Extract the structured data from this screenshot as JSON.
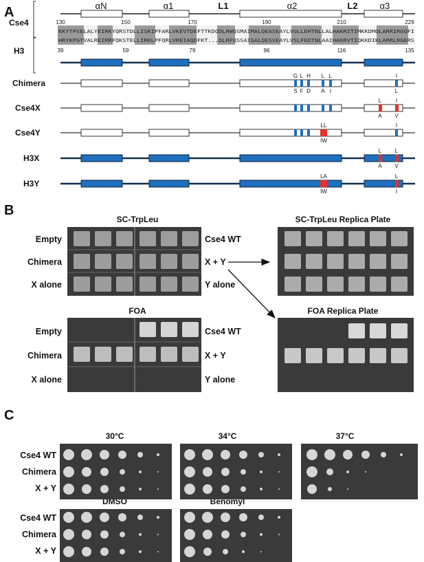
{
  "panels": {
    "a": "A",
    "b": "B",
    "c": "C"
  },
  "panel_a": {
    "top_label": "Cse4",
    "bottom_label": "H3",
    "helices": [
      {
        "name": "αN",
        "g": "α",
        "s": "N"
      },
      {
        "name": "α1",
        "g": "α",
        "s": "1"
      },
      {
        "name": "L1"
      },
      {
        "name": "α2",
        "g": "α",
        "s": "2"
      },
      {
        "name": "L2"
      },
      {
        "name": "α3",
        "g": "α",
        "s": "3"
      }
    ],
    "cse4_ticks": [
      "130",
      "150",
      "170",
      "190",
      "210",
      "229"
    ],
    "h3_ticks": [
      "39",
      "59",
      "79",
      "96",
      "116",
      "135"
    ],
    "cse4_seq": "KKYTPSELALYEIRKYQRSTDLLISKIPFARLVKEVTDEFTTKDQDLRWQSMAIMALQEASEAYLVGLLEHTNLLALHAKRITIMKKDMQLARRIRGQFI",
    "h3_seq": "HRYKPGTVALREIRRFQKSTELLIRKLPFQRLVREIAQDFKT...DLRFQSSAIGALQESVEAYLVSLFEDTNLAAIHAKRVTIQKKDIKLARRLRGERS",
    "rows": [
      {
        "label": "Chimera",
        "kind": "h3"
      },
      {
        "label": "Cse4X",
        "kind": "cse4"
      },
      {
        "label": "Cse4Y",
        "kind": "cse4"
      },
      {
        "label": "H3X",
        "kind": "h3"
      },
      {
        "label": "H3Y",
        "kind": "h3"
      }
    ],
    "chimera_top": [
      "G",
      "L",
      "H",
      "L",
      "L",
      "I"
    ],
    "chimera_bottom": [
      "S",
      "F",
      "D",
      "A",
      "I",
      "L"
    ],
    "cse4x_top": [
      "L",
      "I"
    ],
    "cse4x_bottom": [
      "A",
      "V"
    ],
    "cse4y_top": [
      "LL",
      "I"
    ],
    "cse4y_bottom": [
      "IW"
    ],
    "h3x_top": [
      "L",
      "L"
    ],
    "h3x_bottom": [
      "A",
      "V"
    ],
    "h3y_top": [
      "LA",
      "L"
    ],
    "h3y_bottom": [
      "IW",
      "I"
    ]
  },
  "panel_b": {
    "plates": {
      "sc_trp": "SC-TrpLeu",
      "sc_replica": "SC-TrpLeu Replica Plate",
      "foa": "FOA",
      "foa_replica": "FOA Replica Plate"
    },
    "left_labels": [
      "Empty",
      "Chimera",
      "X alone"
    ],
    "right_labels": [
      "Cse4 WT",
      "X + Y",
      "Y alone"
    ]
  },
  "panel_c": {
    "temps": [
      "30°C",
      "34°C",
      "37°C"
    ],
    "drugs": [
      "DMSO",
      "Benomyl"
    ],
    "strains": [
      "Cse4 WT",
      "Chimera",
      "X + Y"
    ]
  },
  "colors": {
    "helix_blue": "#1f6fbf",
    "mutation_red": "#e8302a",
    "plate_dark": "#3a3a3a"
  }
}
